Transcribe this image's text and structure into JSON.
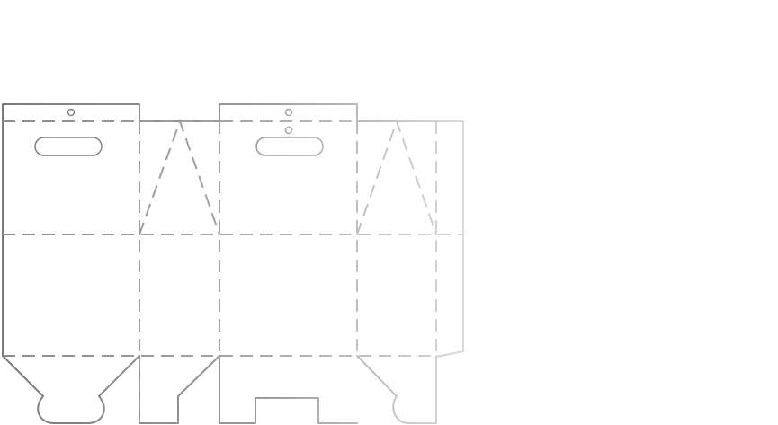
{
  "diagram": {
    "type": "box-dieline",
    "colors": {
      "cut_start": "#7a7a7a",
      "cut_mid": "#9a9a9a",
      "cut_end": "#d8d8d8",
      "fold_start": "#8a8a8a",
      "fold_end": "#d0d0d0",
      "background": "#ffffff"
    },
    "panels": [
      {
        "name": "front",
        "features": [
          "hanger-hole",
          "handle-slot"
        ]
      },
      {
        "name": "side-left",
        "features": [
          "gusset-fold"
        ]
      },
      {
        "name": "back",
        "features": [
          "hanger-hole",
          "hanger-hole",
          "handle-slot",
          "bottom-tab"
        ]
      },
      {
        "name": "side-right",
        "features": [
          "gusset-fold"
        ]
      },
      {
        "name": "glue-flap",
        "features": []
      }
    ]
  }
}
